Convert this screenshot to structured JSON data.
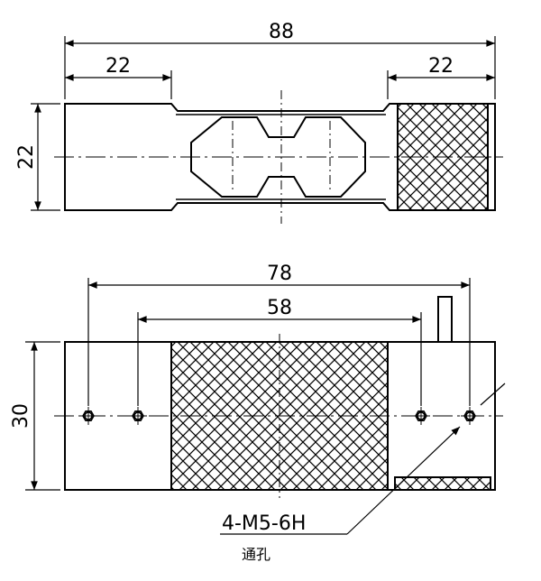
{
  "top_view": {
    "dim_overall": "88",
    "dim_left": "22",
    "dim_right": "22",
    "dim_height": "22"
  },
  "bottom_view": {
    "dim_hole_outer": "78",
    "dim_hole_inner": "58",
    "dim_height": "30"
  },
  "thread_note": {
    "spec": "4-M5-6H",
    "subtext": "通孔"
  },
  "colors": {
    "line": "#000000",
    "background": "#ffffff"
  }
}
